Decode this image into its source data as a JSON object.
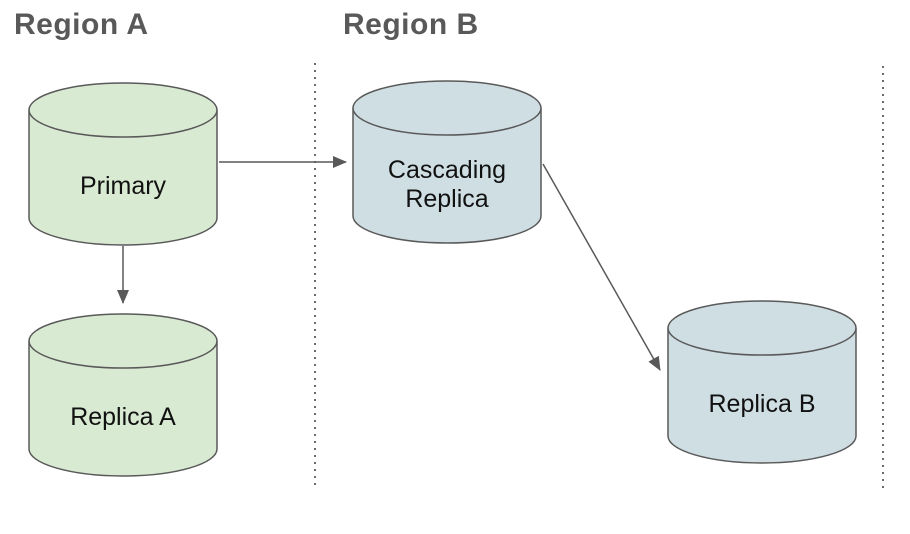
{
  "diagram": {
    "title_color": "#595959",
    "regions": [
      {
        "label": "Region A"
      },
      {
        "label": "Region B"
      }
    ],
    "nodes": [
      {
        "id": "primary",
        "label": "Primary",
        "region": "Region A",
        "shape": "database-cylinder",
        "fill": "#d9ead3"
      },
      {
        "id": "cascading-replica",
        "label": "Cascading Replica",
        "region": "Region B",
        "shape": "database-cylinder",
        "fill": "#cfdee3"
      },
      {
        "id": "replica-a",
        "label": "Replica A",
        "region": "Region A",
        "shape": "database-cylinder",
        "fill": "#d9ead3"
      },
      {
        "id": "replica-b",
        "label": "Replica B",
        "region": "Region B",
        "shape": "database-cylinder",
        "fill": "#cfdee3"
      }
    ],
    "edges": [
      {
        "from": "Primary",
        "to": "Cascading Replica",
        "style": "arrow"
      },
      {
        "from": "Primary",
        "to": "Replica A",
        "style": "arrow"
      },
      {
        "from": "Cascading Replica",
        "to": "Replica B",
        "style": "arrow"
      }
    ],
    "colors": {
      "green_fill": "#d9ead3",
      "blue_fill": "#cfdee3",
      "stroke": "#595959",
      "arrow": "#595959",
      "divider_dot": "#6b6b6b",
      "background": "#ffffff"
    }
  }
}
